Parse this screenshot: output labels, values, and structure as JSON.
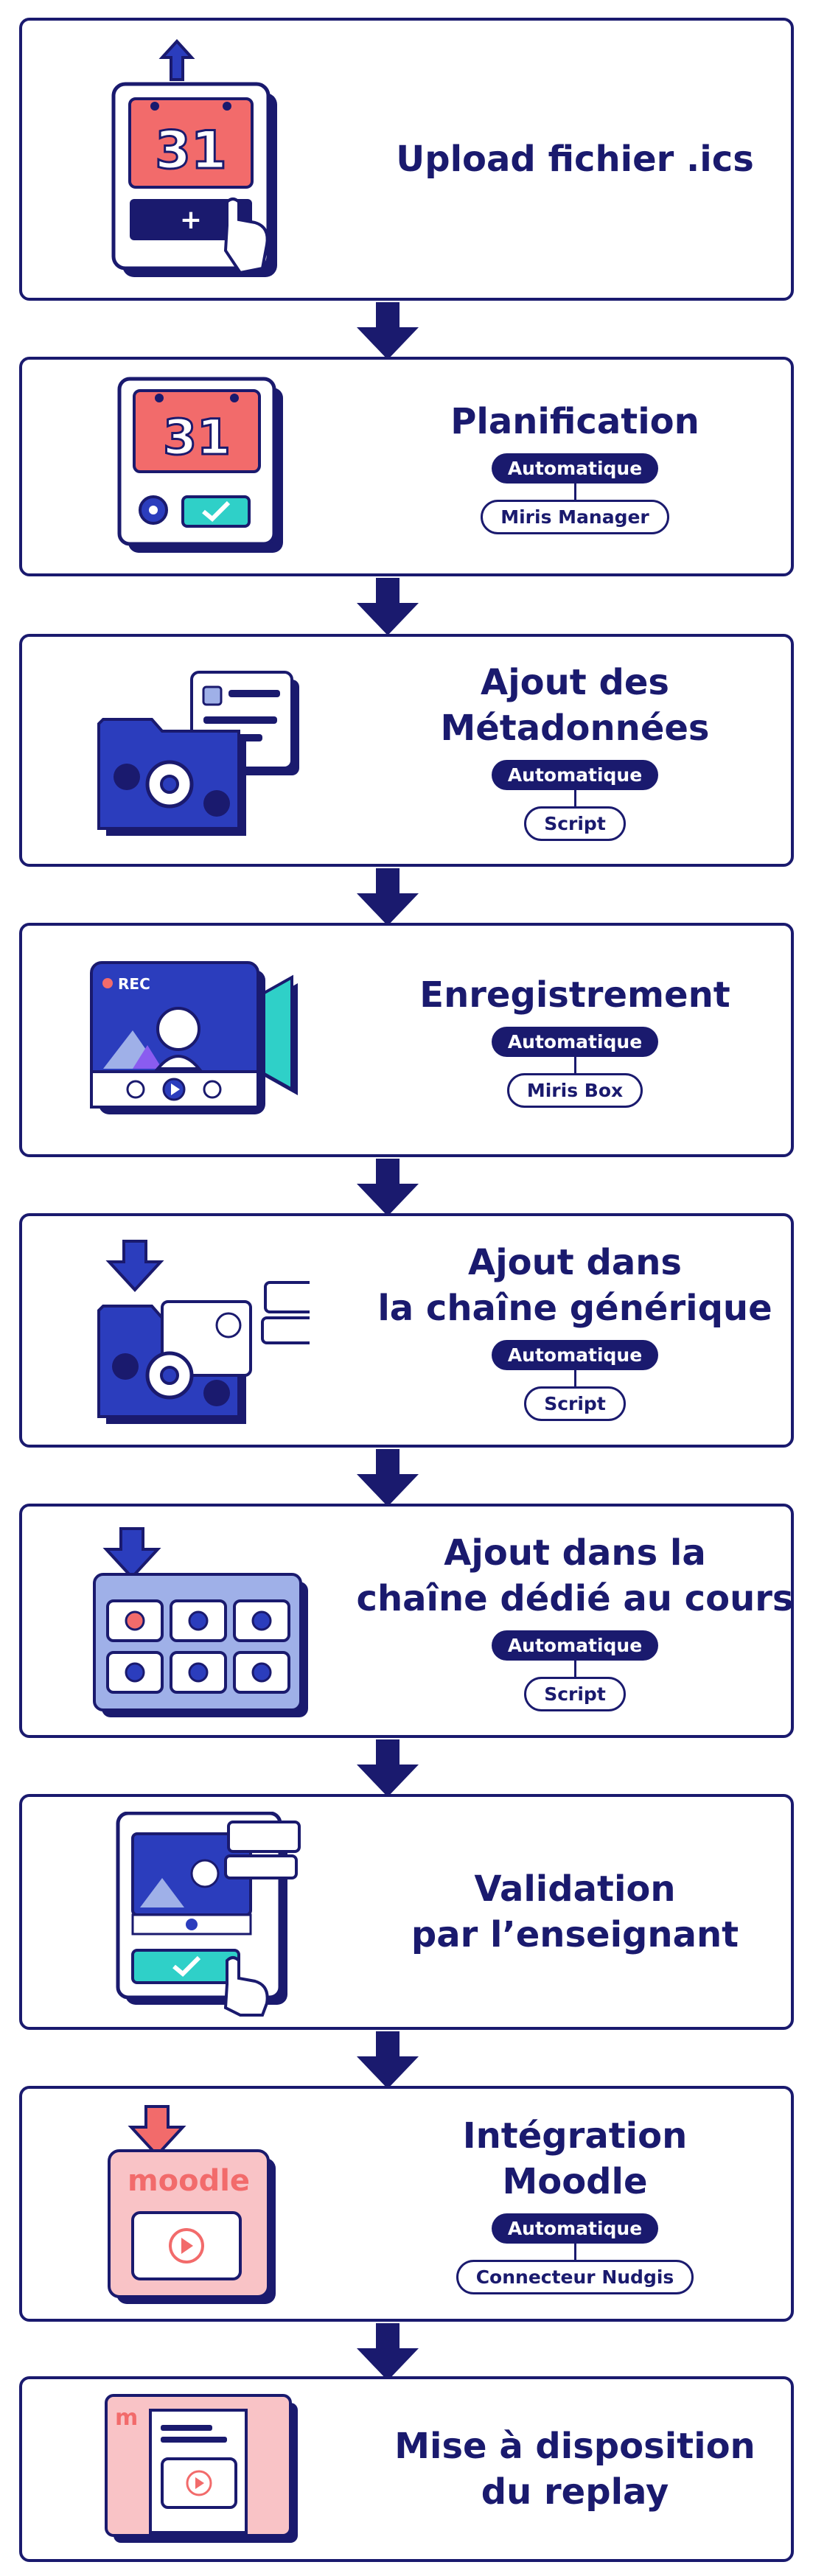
{
  "steps": [
    {
      "title": "Upload fichier .ics",
      "calendar_day": "31"
    },
    {
      "title": "Planification",
      "badge": "Automatique",
      "tool": "Miris Manager",
      "calendar_day": "31"
    },
    {
      "title": "Ajout des\nMétadonnées",
      "badge": "Automatique",
      "tool": "Script"
    },
    {
      "title": "Enregistrement",
      "badge": "Automatique",
      "tool": "Miris Box",
      "rec_label": "REC"
    },
    {
      "title": "Ajout dans\nla chaîne générique",
      "badge": "Automatique",
      "tool": "Script"
    },
    {
      "title": "Ajout dans la\nchaîne dédié au cours",
      "badge": "Automatique",
      "tool": "Script"
    },
    {
      "title": "Validation\npar l’enseignant"
    },
    {
      "title": "Intégration\nMoodle",
      "badge": "Automatique",
      "tool": "Connecteur Nudgis",
      "logo_text": "moodle"
    },
    {
      "title": "Mise à disposition\ndu replay",
      "logo_text": "m"
    }
  ],
  "colors": {
    "navy": "#1a1a6e",
    "coral": "#f26b6b",
    "blue": "#2b3dbd",
    "teal": "#2fd0c8",
    "pink": "#f9c3c6",
    "light_blue": "#9fb0e8"
  }
}
